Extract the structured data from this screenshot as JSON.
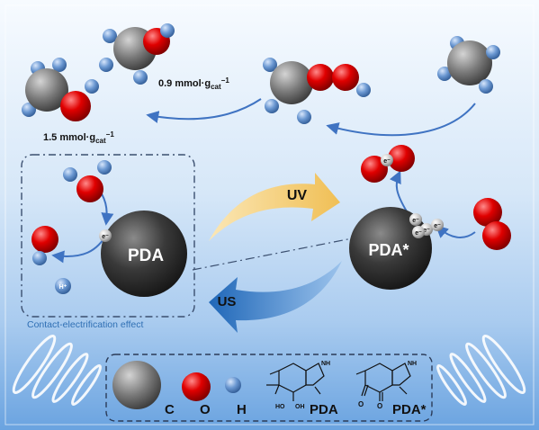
{
  "rates": {
    "methanol": "1.5 mmol·g",
    "methanol_sub": "cat",
    "methanol_sup": "−1",
    "formic": "0.9 mmol·g",
    "formic_sub": "cat",
    "formic_sup": "−1"
  },
  "labels": {
    "pda": "PDA",
    "pda_star": "PDA*",
    "uv": "UV",
    "us": "US",
    "electron": "e⁻",
    "proton": "H⁺",
    "contact_caption": "Contact-electrification  effect"
  },
  "legend": {
    "carbon": "C",
    "oxygen": "O",
    "hydrogen": "H",
    "pda": "PDA",
    "pda_star": "PDA*",
    "nh": "NH",
    "ho": "HO",
    "oh": "OH",
    "o": "O"
  },
  "colors": {
    "carbon": "#6b6b6b",
    "oxygen": "#d40000",
    "hydrogen": "#4a7fc0",
    "sphere": "#2b2b2b",
    "uv_arrow": "#f2c76a",
    "us_arrow": "#2f78c4",
    "flow_arrow": "#3f73c2"
  }
}
